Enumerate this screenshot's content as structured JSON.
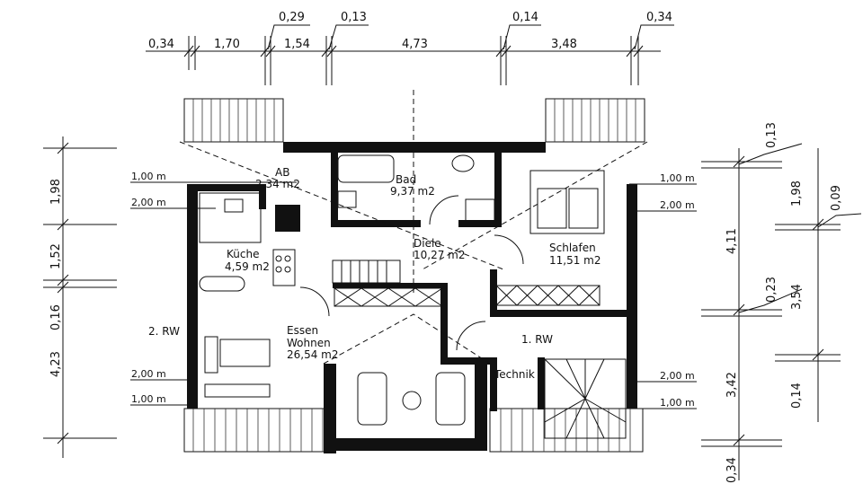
{
  "top_dimensions": {
    "lower_row": [
      "0,34",
      "1,70",
      "1,54",
      "4,73",
      "3,48"
    ],
    "upper_row": [
      "0,29",
      "0,13",
      "0,14",
      "0,34"
    ]
  },
  "left_dimensions": [
    "1,98",
    "1,52",
    "0,16",
    "4,23"
  ],
  "right_dimensions": {
    "outer": [
      "4,11",
      "3,42",
      "0,34"
    ],
    "inner": [
      "1,98",
      "3,54",
      "0,14"
    ],
    "leaders": [
      "0,13",
      "0,09",
      "0,23"
    ]
  },
  "level_marks": {
    "left": [
      "1,00 m",
      "2,00 m",
      "2,00 m",
      "1,00 m"
    ],
    "right": [
      "1,00 m",
      "2,00 m",
      "2,00 m",
      "1,00 m"
    ]
  },
  "rooms": {
    "ab": {
      "name": "AB",
      "area": "2,34 m2"
    },
    "bad": {
      "name": "Bad",
      "area": "9,37 m2"
    },
    "diele": {
      "name": "Diele",
      "area": "10,27 m2"
    },
    "schlafen": {
      "name": "Schlafen",
      "area": "11,51 m2"
    },
    "kueche": {
      "name": "Küche",
      "area": "4,59 m2"
    },
    "essen": {
      "name": "Essen",
      "name2": "Wohnen",
      "area": "26,54 m2"
    },
    "technik": {
      "name": "Technik"
    }
  },
  "escape_routes": {
    "second": "2. RW",
    "first": "1. RW"
  }
}
